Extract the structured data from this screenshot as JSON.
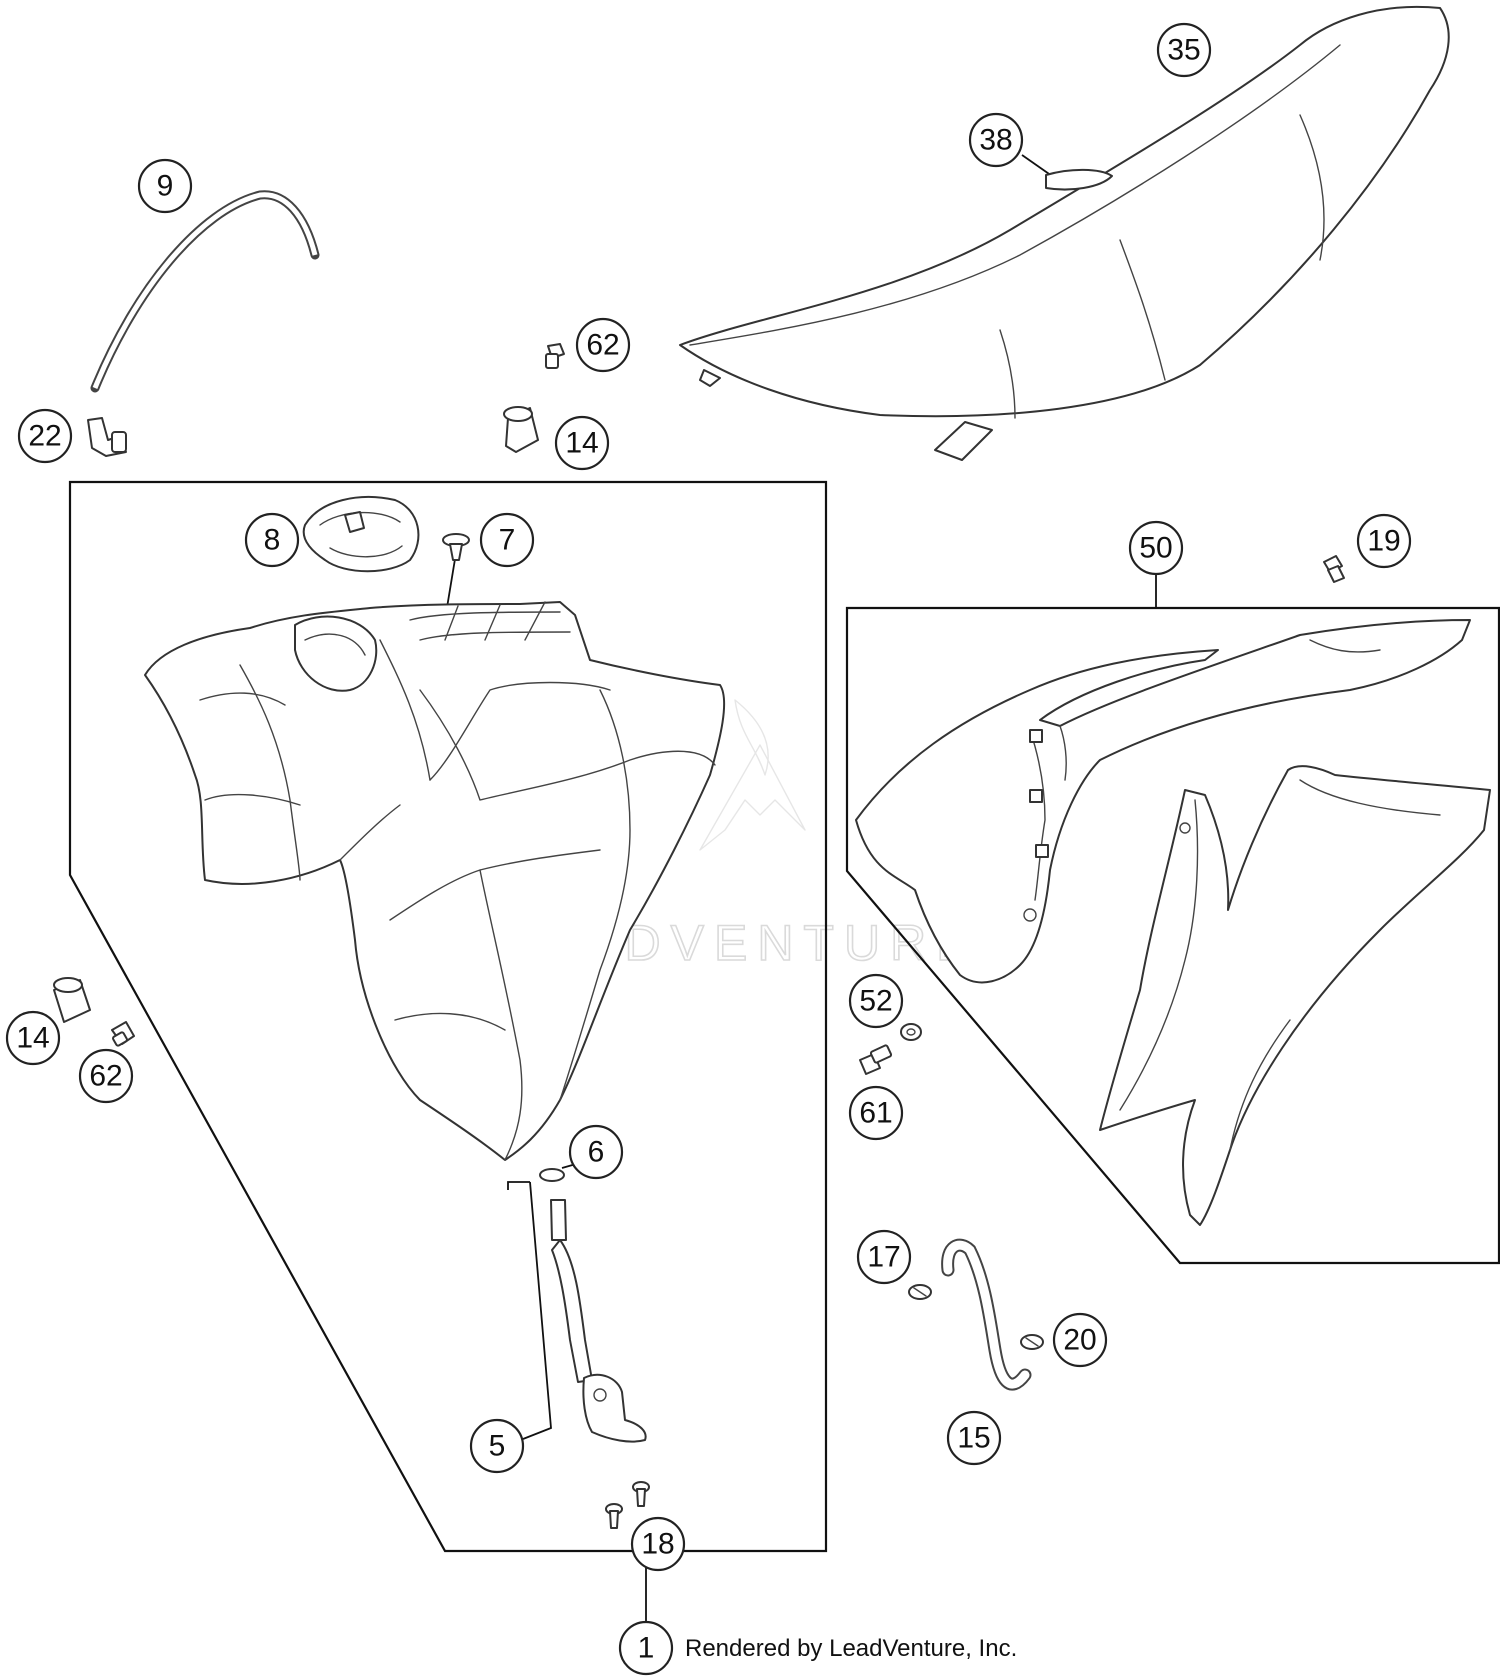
{
  "callouts": [
    "1",
    "5",
    "6",
    "7",
    "8",
    "9",
    "14",
    "14",
    "15",
    "17",
    "18",
    "19",
    "20",
    "22",
    "35",
    "38",
    "50",
    "52",
    "61",
    "62",
    "62"
  ],
  "watermark": "LEADVENTURE",
  "credit": "Rendered by LeadVenture, Inc."
}
